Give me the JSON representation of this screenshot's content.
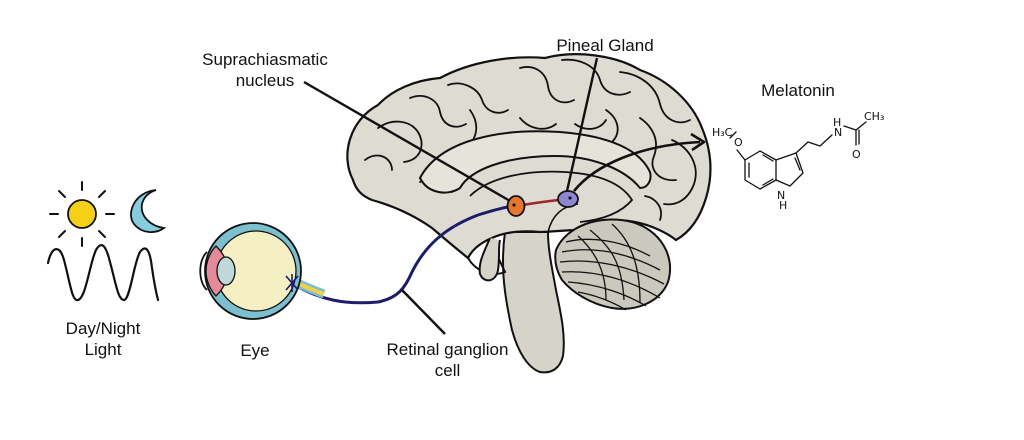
{
  "labels": {
    "scn_line1": "Suprachiasmatic",
    "scn_line2": "nucleus",
    "pineal": "Pineal Gland",
    "melatonin": "Melatonin",
    "daynight_line1": "Day/Night",
    "daynight_line2": "Light",
    "eye": "Eye",
    "rgc_line1": "Retinal ganglion",
    "rgc_line2": "cell"
  },
  "molecule": {
    "methyl_left": "H₃C",
    "oxygen": "O",
    "nitrogen_ring": "N",
    "ring_h": "H",
    "amide_h": "H",
    "amide_n": "N",
    "carbonyl_o": "O",
    "methyl_right": "CH₃"
  },
  "colors": {
    "brain_fill": "#dedcd2",
    "brainstem_fill": "#d6d4ca",
    "cerebellum_fill": "#cbc9be",
    "scn": "#e8772e",
    "pineal": "#8e86d0",
    "nerve": "#1c1c6b",
    "red_link": "#9a2a2a",
    "sun": "#f5d016",
    "moon": "#87cddd",
    "eye_outer": "#7cc0cf",
    "eye_inner": "#f4f0c4",
    "eye_iris": "#e48a9a",
    "eye_lens": "#bfd8da",
    "optic_yellow": "#f0d24a"
  },
  "icons": [
    "sun-icon",
    "moon-icon",
    "wave-icon",
    "eye-icon",
    "brain-icon",
    "melatonin-structure-icon"
  ]
}
